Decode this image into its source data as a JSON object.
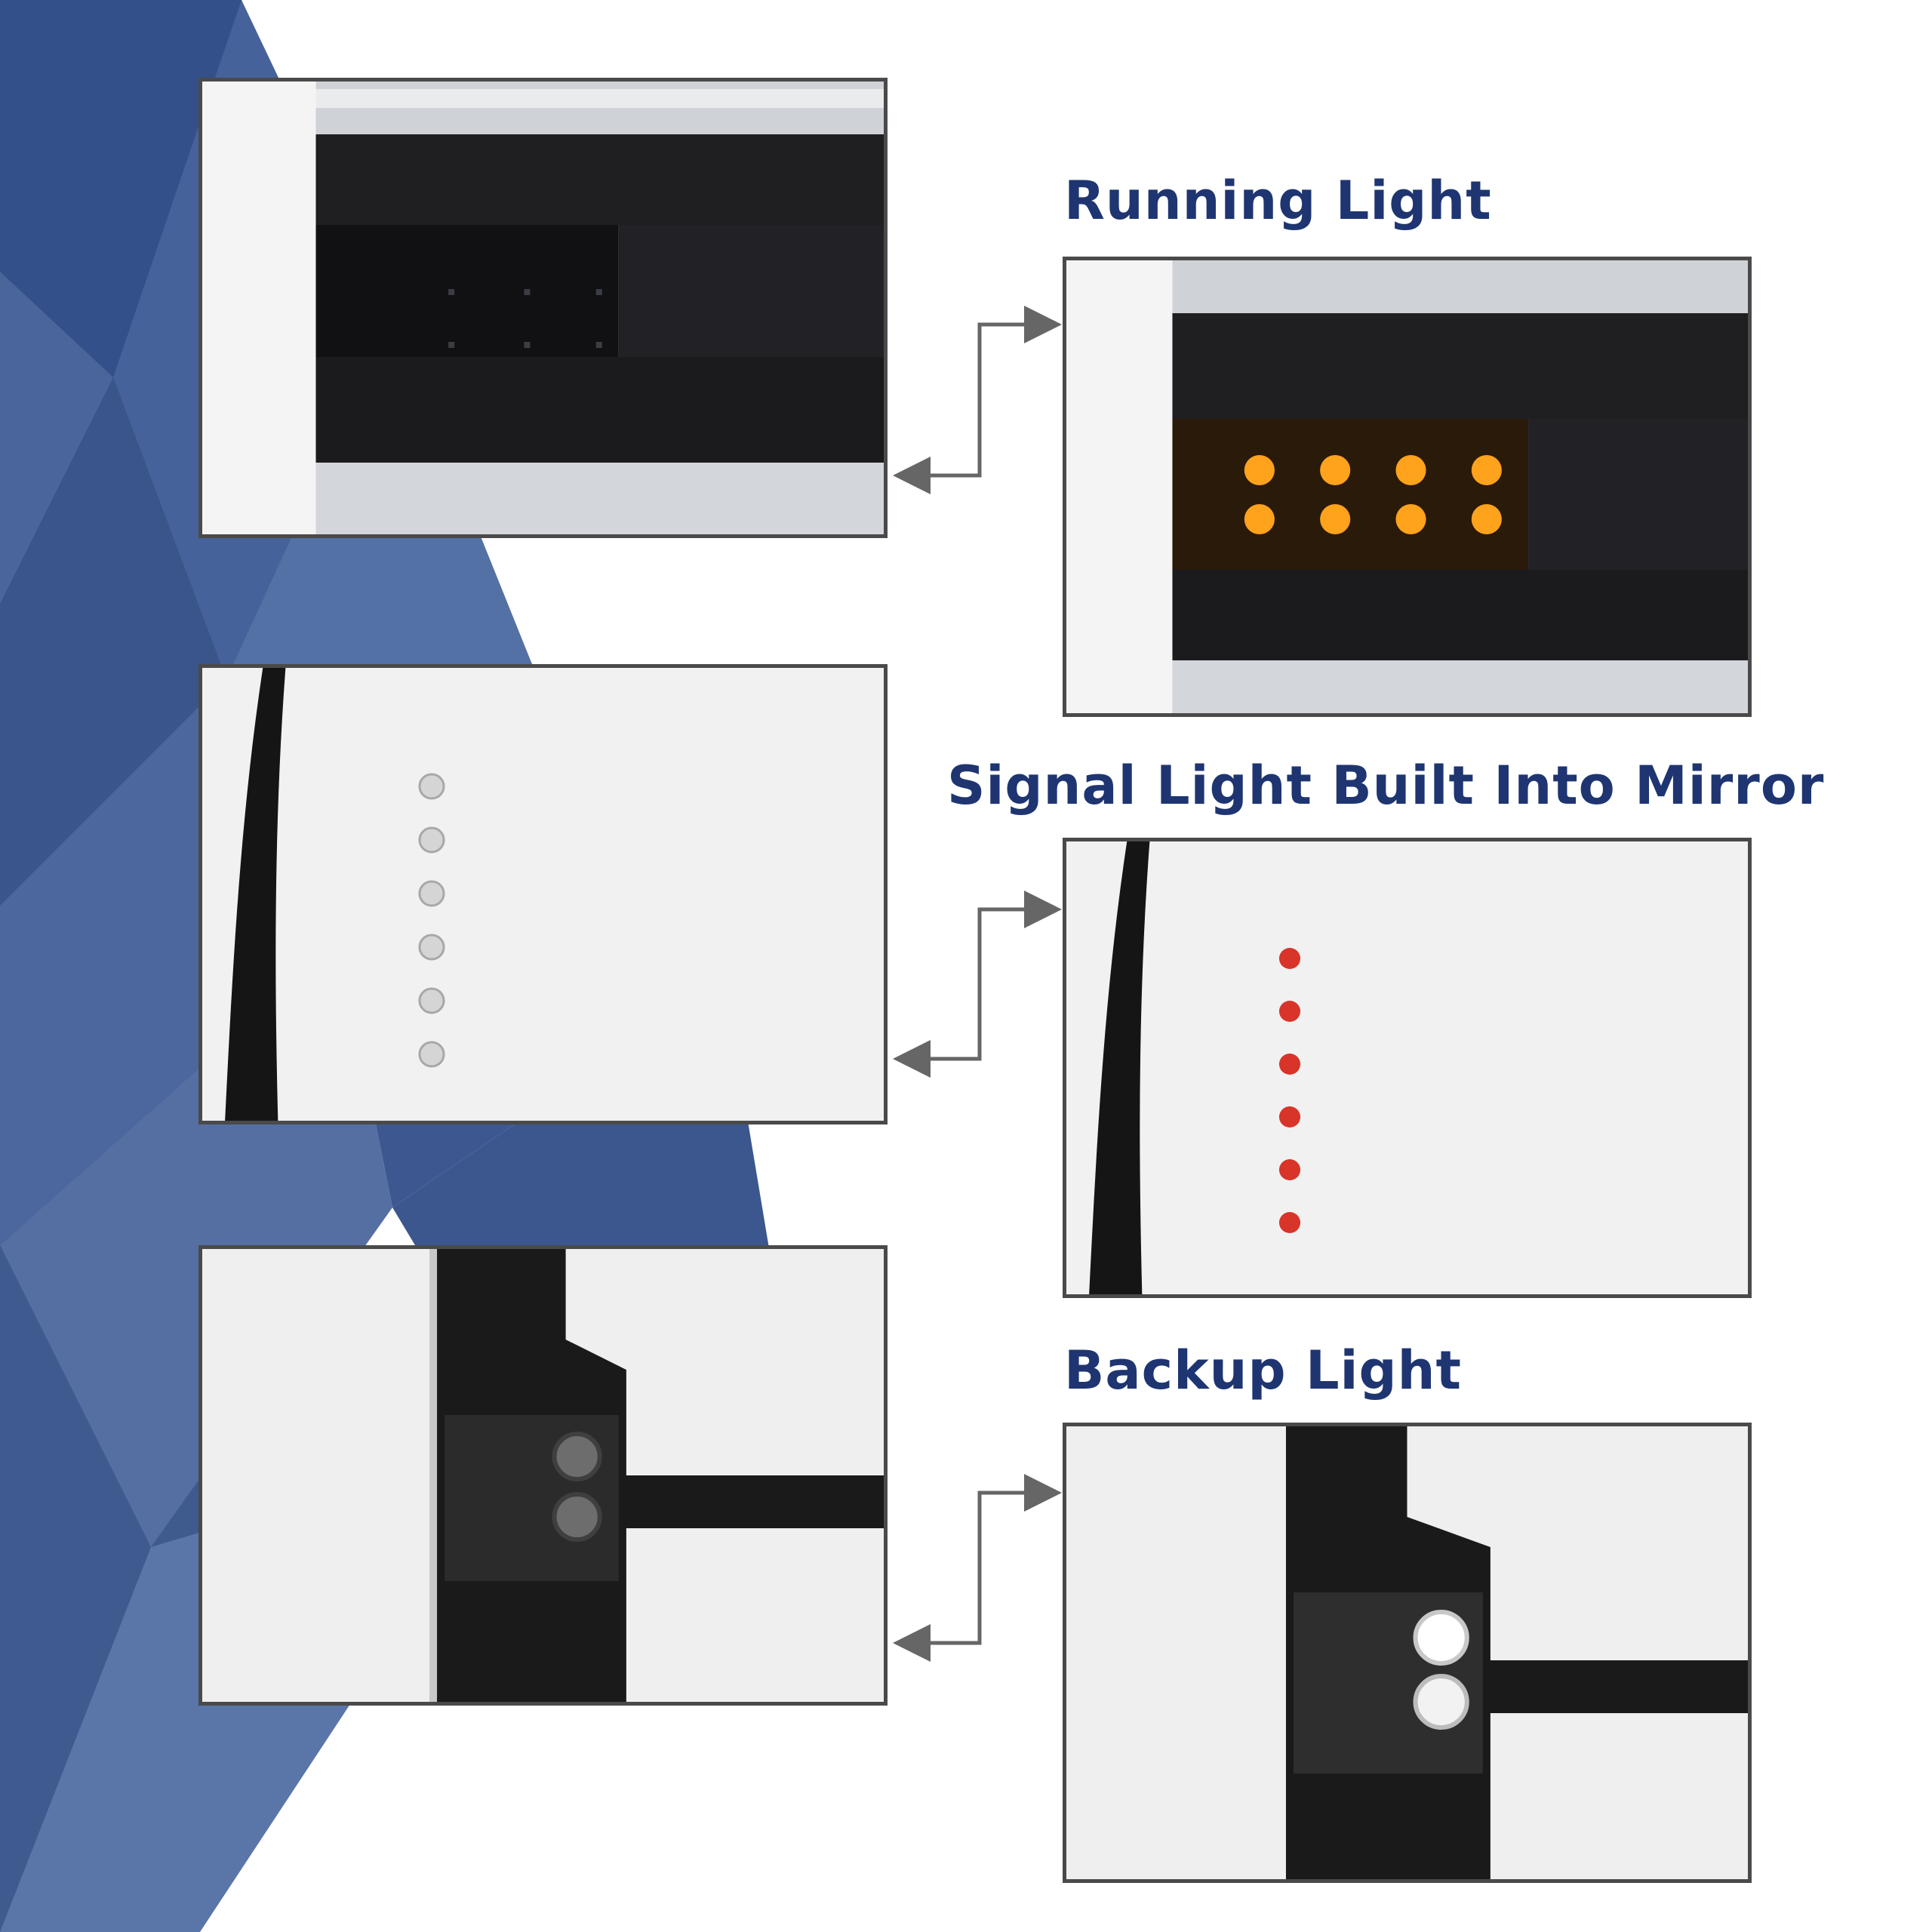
{
  "headings": {
    "running": "Running Light",
    "signal": "Signal Light Built Into Mirror",
    "backup": "Backup Light"
  },
  "colors": {
    "background_blue": "#3f5a8c",
    "heading_navy": "#1e3571",
    "frame": "#4a4a4a",
    "amber_led": "#ffa21c",
    "red_led": "#d8342a"
  },
  "icons": [
    "double-arrow-connector-icon"
  ]
}
